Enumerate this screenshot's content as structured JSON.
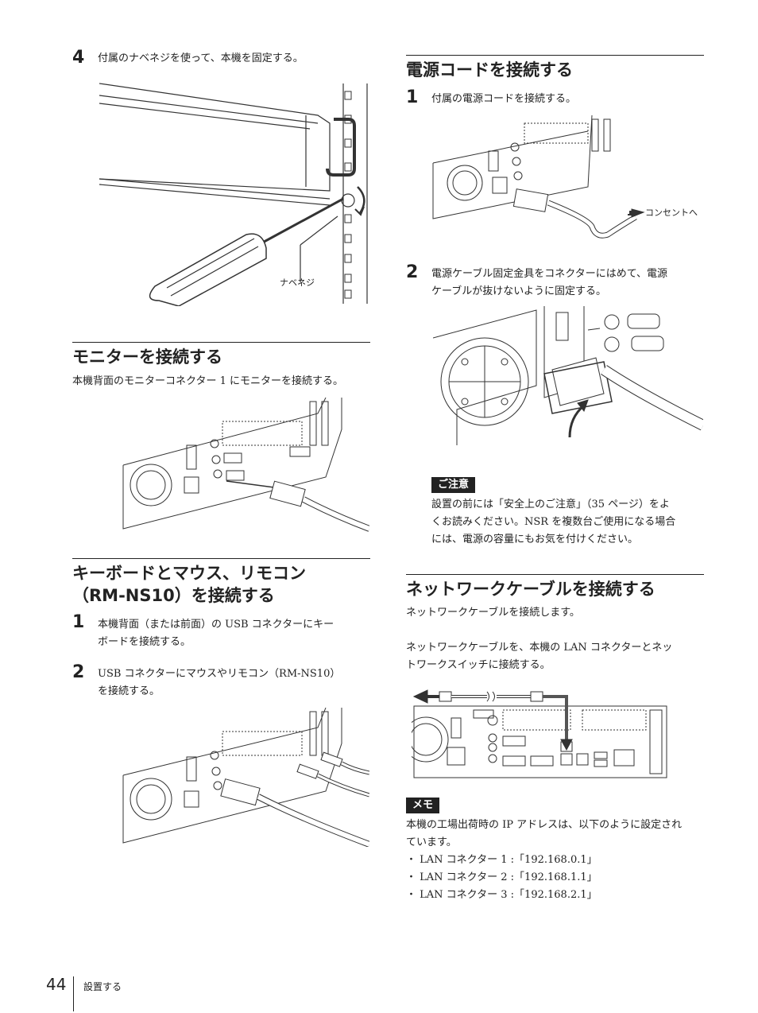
{
  "left": {
    "step4": {
      "num": "4",
      "text": "付属のナベネジを使って、本機を固定する。",
      "callout": "ナベネジ"
    },
    "monitor": {
      "heading": "モニターを接続する",
      "text": "本機背面のモニターコネクター 1 にモニターを接続する。"
    },
    "keyboard": {
      "heading_line1": "キーボードとマウス、リモコン",
      "heading_line2": "（RM-NS10）を接続する",
      "step1_num": "1",
      "step1_line1": "本機背面（または前面）の USB コネクターにキー",
      "step1_line2": "ボードを接続する。",
      "step2_num": "2",
      "step2_line1": "USB コネクターにマウスやリモコン（RM-NS10）",
      "step2_line2": "を接続する。"
    }
  },
  "right": {
    "power": {
      "heading": "電源コードを接続する",
      "step1_num": "1",
      "step1_text": "付属の電源コードを接続する。",
      "callout": "コンセントへ",
      "step2_num": "2",
      "step2_line1": "電源ケーブル固定金具をコネクターにはめて、電源",
      "step2_line2": "ケーブルが抜けないように固定する。"
    },
    "caution": {
      "tag": "ご注意",
      "line1": "設置の前には「安全上のご注意」（35 ページ）をよ",
      "line2": "くお読みください。NSR を複数台ご使用になる場合",
      "line3": "には、電源の容量にもお気を付けください。"
    },
    "network": {
      "heading": "ネットワークケーブルを接続する",
      "text1": "ネットワークケーブルを接続します。",
      "text2_line1": "ネットワークケーブルを、本機の LAN コネクターとネッ",
      "text2_line2": "トワークスイッチに接続する。"
    },
    "memo": {
      "tag": "メモ",
      "line1": "本機の工場出荷時の IP アドレスは、以下のように設定され",
      "line2": "ています。",
      "items": [
        "・ LAN コネクター 1 :「192.168.0.1」",
        "・ LAN コネクター 2 :「192.168.1.1」",
        "・ LAN コネクター 3 :「192.168.2.1」"
      ]
    }
  },
  "footer": {
    "page": "44",
    "section": "設置する"
  }
}
